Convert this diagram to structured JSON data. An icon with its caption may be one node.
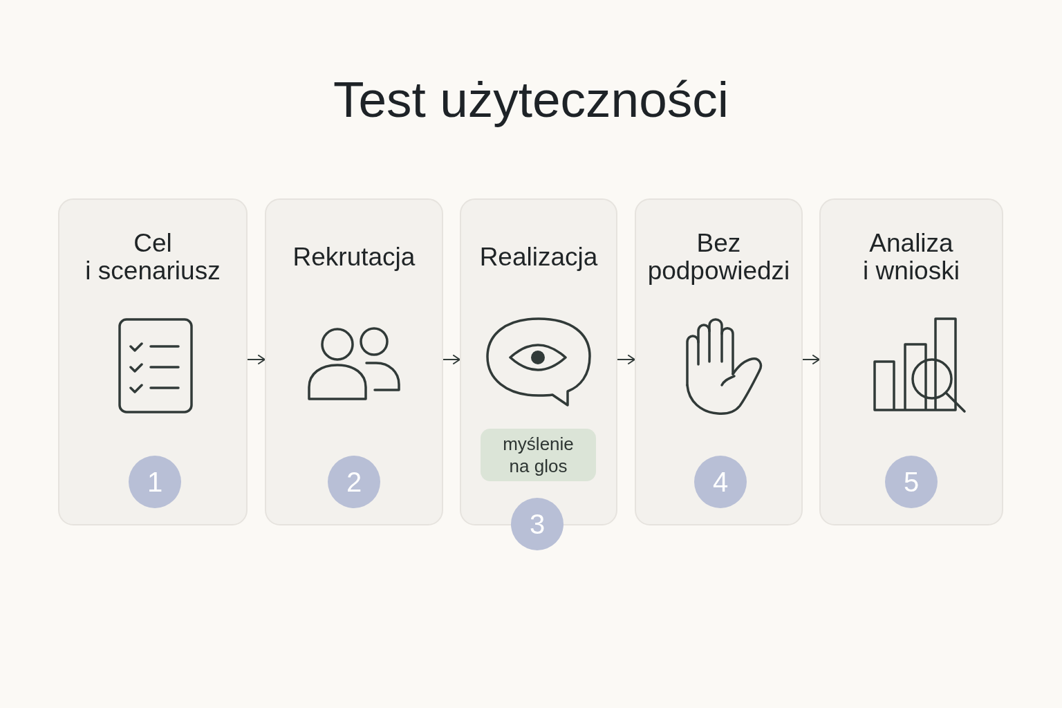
{
  "diagram": {
    "title": "Test użyteczności",
    "nodes": [
      {
        "text": [
          "Cel i scenariusz"
        ]
      },
      {
        "text": [
          "1"
        ],
        "in": 0
      },
      {
        "text": [
          "Rekrutacja"
        ]
      },
      {
        "text": [
          "2"
        ],
        "in": 2
      },
      {
        "text": [
          "Realizacja"
        ]
      },
      {
        "text": [
          "myślenie na glos"
        ],
        "in": 4
      },
      {
        "text": [
          "3"
        ]
      },
      {
        "text": [
          "Bez podpowiedzi"
        ]
      },
      {
        "text": [
          "4"
        ],
        "in": 7
      },
      {
        "text": [
          "Analiza i wnioski"
        ]
      },
      {
        "text": [
          "5"
        ],
        "in": 9
      }
    ],
    "edges": [
      {
        "from": 0,
        "to": 2,
        "arrow": "to"
      },
      {
        "from": 2,
        "to": 4,
        "arrow": "to"
      },
      {
        "from": 4,
        "to": 7,
        "arrow": "to"
      },
      {
        "from": 7,
        "to": 9,
        "arrow": "to"
      }
    ]
  }
}
